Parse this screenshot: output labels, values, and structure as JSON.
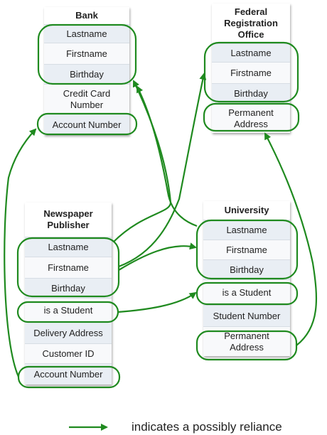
{
  "colors": {
    "accent": "#1f8a1f"
  },
  "bank": {
    "title": "Bank",
    "fields": [
      "Lastname",
      "Firstname",
      "Birthday",
      "Credit Card\nNumber",
      "Account Number"
    ]
  },
  "fro": {
    "title": "Federal\nRegistration\nOffice",
    "fields": [
      "Lastname",
      "Firstname",
      "Birthday",
      "Permanent\nAddress"
    ]
  },
  "newspaper": {
    "title": "Newspaper\nPublisher",
    "fields": [
      "Lastname",
      "Firstname",
      "Birthday",
      "is a Student",
      "Delivery Address",
      "Customer ID",
      "Account Number"
    ]
  },
  "university": {
    "title": "University",
    "fields": [
      "Lastname",
      "Firstname",
      "Birthday",
      "is a Student",
      "Student Number",
      "Permanent\nAddress"
    ]
  },
  "legend": {
    "text": "indicates a possibly reliance"
  }
}
